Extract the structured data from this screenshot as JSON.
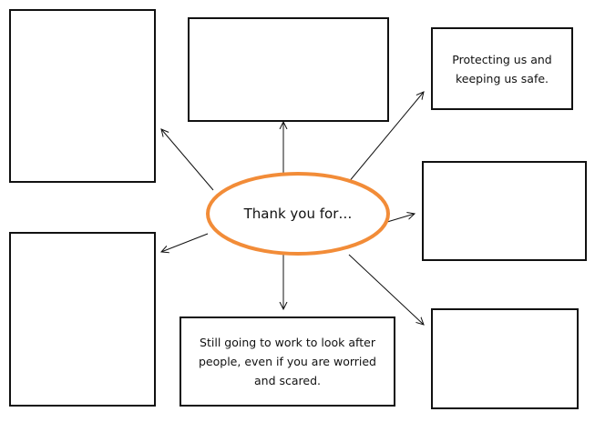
{
  "diagram": {
    "center": {
      "label": "Thank you for…",
      "outline_color": "#F28C38"
    },
    "boxes": [
      {
        "id": "top-left",
        "text": ""
      },
      {
        "id": "top-center",
        "text": ""
      },
      {
        "id": "top-right",
        "text": "Protecting us and keeping us safe."
      },
      {
        "id": "middle-right",
        "text": ""
      },
      {
        "id": "bottom-right",
        "text": ""
      },
      {
        "id": "bottom-center",
        "text": "Still going to work to look after people, even if you are worried and scared."
      },
      {
        "id": "bottom-left",
        "text": ""
      }
    ],
    "line_color": "#111111"
  }
}
